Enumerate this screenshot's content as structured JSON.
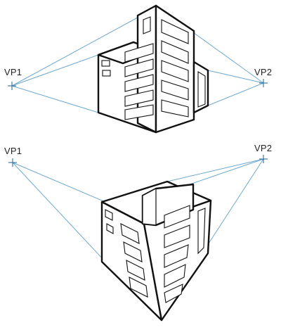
{
  "diagram": {
    "top": {
      "vp1_label": "VP1",
      "vp2_label": "VP2"
    },
    "bottom": {
      "vp1_label": "VP1",
      "vp2_label": "VP2"
    }
  }
}
